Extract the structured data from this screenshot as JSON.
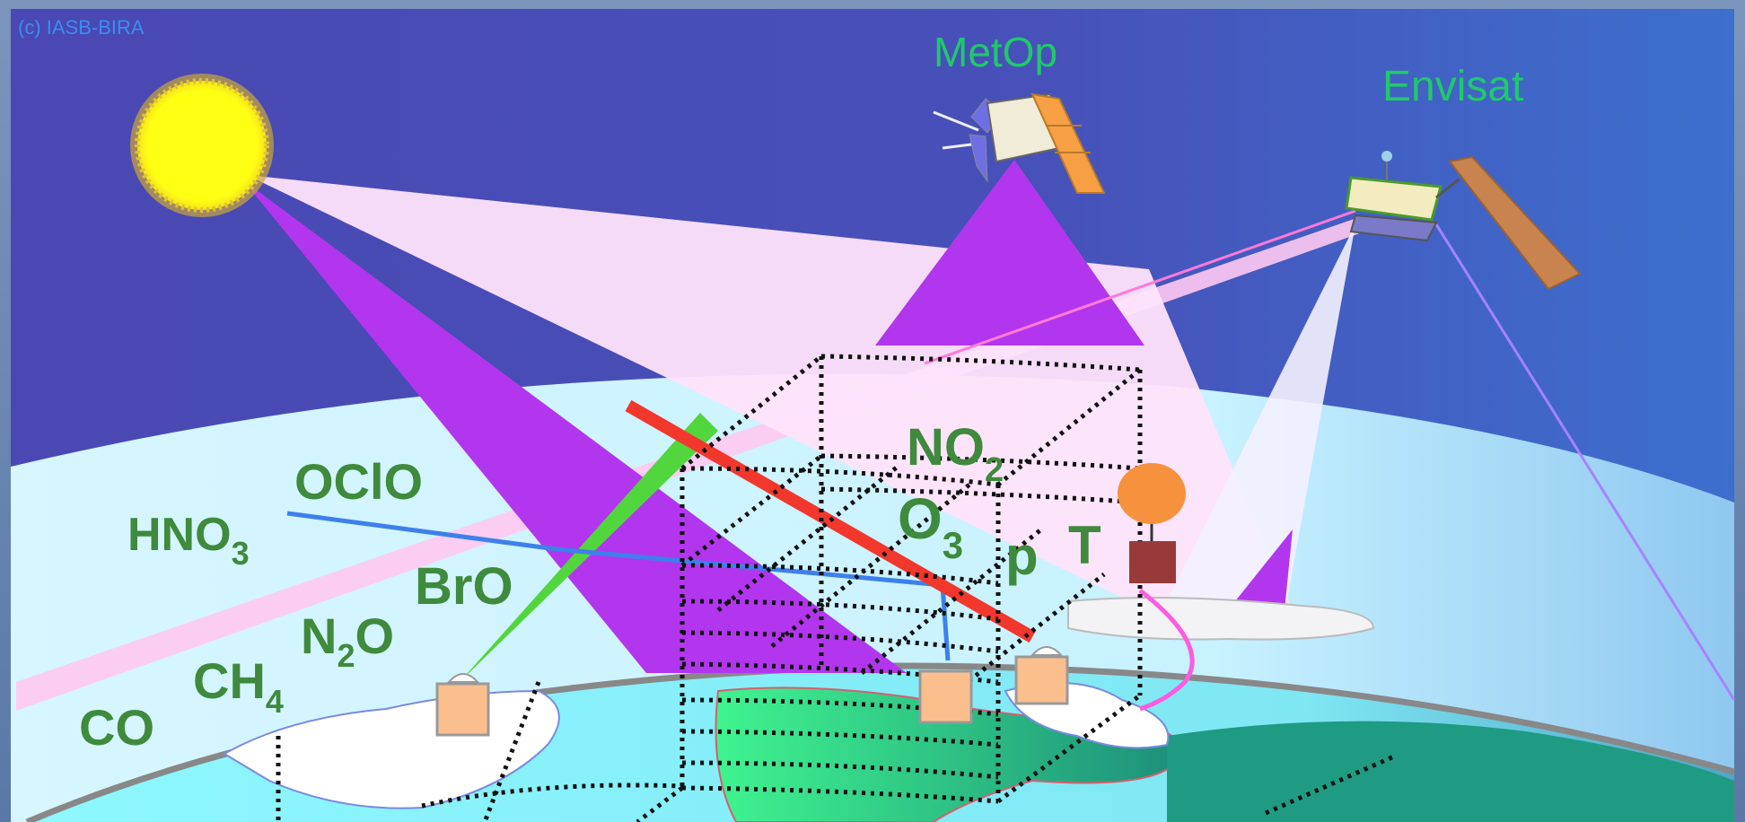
{
  "credit": "(c) IASB-BIRA",
  "satellites": {
    "metop": "MetOp",
    "envisat": "Envisat"
  },
  "species": {
    "oclo": "OClO",
    "hno3": {
      "base": "HNO",
      "sub": "3"
    },
    "bro": "BrO",
    "n2o": {
      "base": "N",
      "sub": "2",
      "tail": "O"
    },
    "ch4": {
      "base": "CH",
      "sub": "4"
    },
    "co": "CO",
    "no2": {
      "base": "NO",
      "sub": "2"
    },
    "o3": {
      "base": "O",
      "sub": "3"
    },
    "p": "p",
    "t": "T"
  },
  "colors": {
    "sky": "#4a4fb5",
    "beam": "#b236ee",
    "earth_ocean": "#8df8ff",
    "earth_land": "#3af58f",
    "label_green": "#3f8a3c",
    "satellite_label": "#1fc96a",
    "sun": "#ffff14"
  }
}
